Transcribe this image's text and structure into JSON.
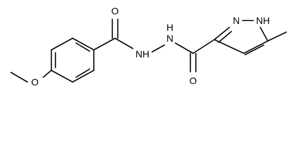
{
  "atoms": {
    "carbonyl_oxygen_left": "O",
    "carbonyl_oxygen_right": "O",
    "ether_oxygen": "O",
    "hydrazide_nh_left": "NH",
    "hydrazide_nh_right": "N",
    "hydrazide_h_right": "H",
    "pyrazole_n": "N",
    "pyrazole_nh": "NH"
  },
  "colors": {
    "bond": "#000000",
    "text": "#000000",
    "background": "#ffffff"
  }
}
